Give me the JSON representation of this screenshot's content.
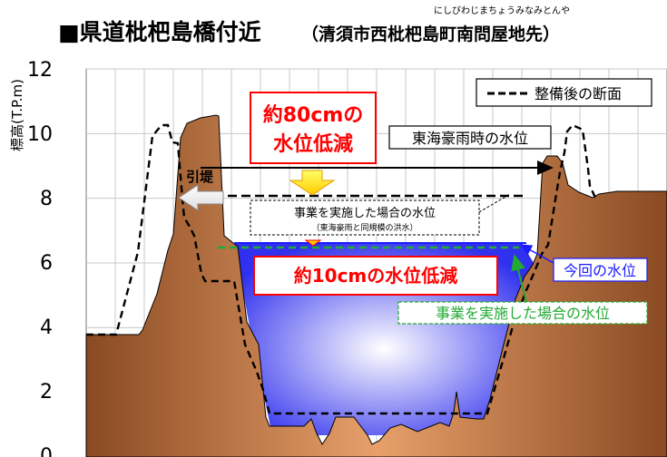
{
  "title": {
    "main": "■県道枇杷島橋付近",
    "sub": "（清須市西枇杷島町南問屋地先）",
    "ruby": "にしびわじまちょうみなみとんや"
  },
  "axis": {
    "ylabel": "標高(T.P.m)",
    "yticks": [
      "12",
      "10",
      "8",
      "6",
      "4",
      "2",
      "0"
    ]
  },
  "legend": {
    "label": "整備後の断面"
  },
  "callouts": {
    "reduction_80_line1": "約80cmの",
    "reduction_80_line2": "水位低減",
    "reduction_10": "約10cmの水位低減",
    "tokai_flood_level": "東海豪雨時の水位",
    "project_level_main": "事業を実施した場合の水位",
    "project_level_note": "（東海豪雨と同規模の洪水）",
    "current_level": "今回の水位",
    "current_project_level": "事業を実施した場合の水位",
    "levee_relocation": "引堤"
  },
  "colors": {
    "terrain": "#b86a3c",
    "water": "#3f3ff0",
    "highlight_red": "#ff0000",
    "arrow_yellow": "#ffff00",
    "green": "#22aa33",
    "blue": "#1a1aff"
  },
  "chart_data": {
    "type": "cross-section",
    "ylabel": "標高(T.P.m)",
    "ylim": [
      0,
      12
    ],
    "yticks": [
      0,
      2,
      4,
      6,
      8,
      10,
      12
    ],
    "levels": [
      {
        "name": "東海豪雨時の水位",
        "elevation": 8.9
      },
      {
        "name": "事業を実施した場合の水位（東海豪雨と同規模の洪水）",
        "elevation": 8.0
      },
      {
        "name": "今回の水位",
        "elevation": 6.55
      },
      {
        "name": "事業を実施した場合の水位",
        "elevation": 6.4
      }
    ],
    "reductions": [
      {
        "label": "約80cmの水位低減",
        "value_cm": 80
      },
      {
        "label": "約10cmの水位低減",
        "value_cm": 10
      }
    ]
  }
}
